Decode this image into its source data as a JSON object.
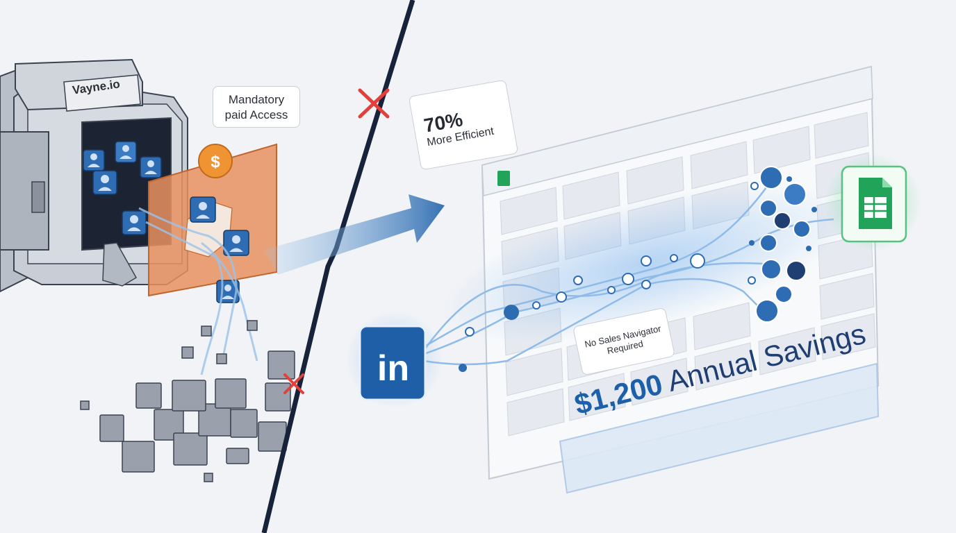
{
  "vayne_machine": {
    "label": "Vayne.io"
  },
  "paid_callout": {
    "line1": "Mandatory",
    "line2": "paid Access"
  },
  "efficiency_callout": {
    "percent": "70%",
    "label": "More Efficient"
  },
  "navigator_callout": {
    "line1": "No Sales Navigator",
    "line2": "Required"
  },
  "savings": {
    "amount": "$1,200",
    "label": "Annual Savings"
  },
  "linkedin_badge": {
    "text": "in"
  },
  "colors": {
    "linkedin_blue": "#1e5fa8",
    "dollar_orange": "#f09433",
    "paywall_orange": "#e9915f",
    "sheets_green": "#22a35a",
    "divider": "#17233a",
    "x_mark": "#e2413b"
  },
  "icons": [
    "dollar-coin-icon",
    "user-icon",
    "x-mark-icon",
    "google-sheets-icon",
    "linkedin-icon",
    "heart-icon",
    "list-icon",
    "chart-icon"
  ]
}
